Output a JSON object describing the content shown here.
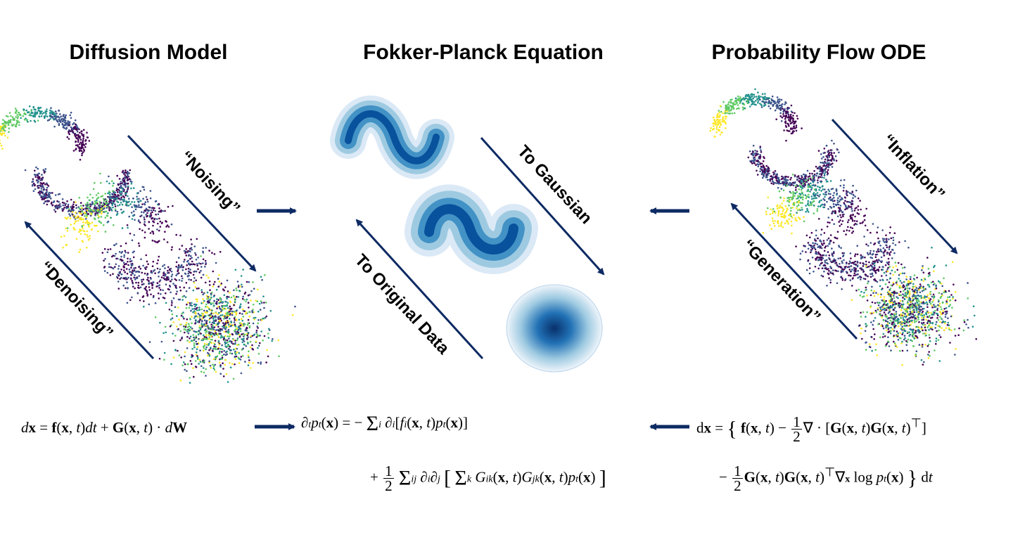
{
  "titles": {
    "left": "Diffusion Model",
    "center": "Fokker-Planck Equation",
    "right": "Probability Flow ODE"
  },
  "arrow_labels": {
    "noising": "“Noising”",
    "denoising": "“Denoising”",
    "to_gaussian": "To Gaussian",
    "to_original": "To Original Data",
    "inflation": "“Inflation”",
    "generation": "“Generation”"
  },
  "equations": {
    "sde": "dx = f(x, t)dt + G(x, t) · dW",
    "fp_line1": "∂ₜpₜ(x) = − Σᵢ ∂ᵢ[fᵢ(x, t)pₜ(x)]",
    "fp_line2": "+ ½ Σᵢⱼ ∂ᵢ∂ⱼ [Σₖ Gᵢₖ(x, t)Gⱼₖ(x, t)pₜ(x)]",
    "ode_line1": "dx = { f(x, t) − ½∇ · [G(x, t)G(x, t)ᵀ]",
    "ode_line2": "− ½G(x, t)G(x, t)ᵀ∇ₓ log pₜ(x) } dt"
  },
  "colors": {
    "arrow": "#0d2a63",
    "viridis_dark": "#440154",
    "viridis_teal": "#21918c",
    "viridis_yellow": "#fde725",
    "blues_light": "#deebf7",
    "blues_dark": "#08306b"
  }
}
